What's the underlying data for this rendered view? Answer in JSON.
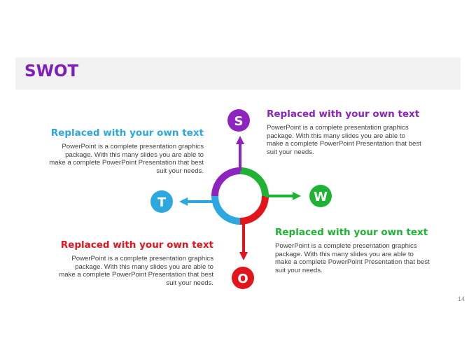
{
  "slide": {
    "title": "SWOT",
    "page_number": "14"
  },
  "colors": {
    "title": "#7e1fb8",
    "strengths": "#8e24c0",
    "weaknesses": "#1fb333",
    "opportunities": "#e2151c",
    "threats": "#2ca7df",
    "title_bar_bg": "#f2f2f2"
  },
  "nodes": {
    "s": {
      "letter": "S"
    },
    "w": {
      "letter": "W"
    },
    "o": {
      "letter": "O"
    },
    "t": {
      "letter": "T"
    }
  },
  "blocks": {
    "s": {
      "heading": "Replaced with your own text",
      "lines": [
        "PowerPoint is a complete presentation graphics",
        "package. With this many slides you are able to",
        "make a complete PowerPoint Presentation that best",
        "suit your needs."
      ]
    },
    "t": {
      "heading": "Replaced with your own text",
      "lines": [
        "PowerPoint is a complete presentation graphics",
        "package. With this many slides you are able to",
        "make a complete PowerPoint Presentation that best",
        "suit your needs."
      ]
    },
    "w": {
      "heading": "Replaced with your own text",
      "lines": [
        "PowerPoint is a complete presentation graphics",
        "package. With this many slides you are able to",
        "make a complete PowerPoint Presentation that best",
        "suit your needs."
      ]
    },
    "o": {
      "heading": "Replaced with your own text",
      "lines": [
        "PowerPoint is a complete presentation graphics",
        "package. With this many slides you are able to",
        "make a complete PowerPoint Presentation that best",
        "suit your needs."
      ]
    }
  }
}
